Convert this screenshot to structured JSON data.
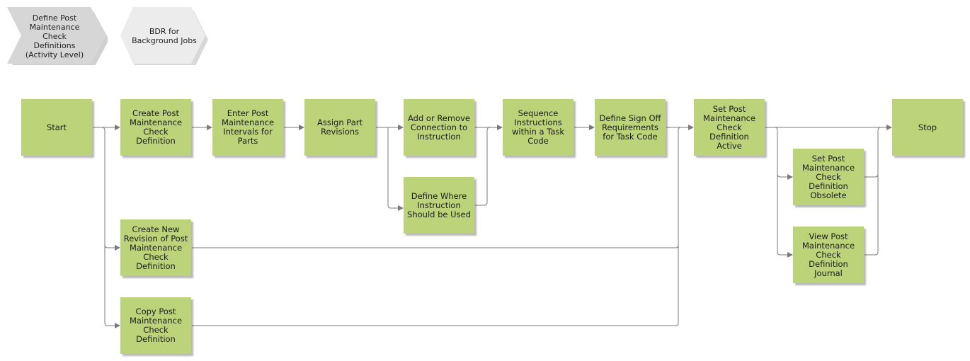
{
  "navigation": {
    "activity_definitions": "Define Post\nMaintenance\nCheck\nDefinitions\n(Activity Level)",
    "bdr_background_jobs": "BDR for\nBackground Jobs"
  },
  "steps": {
    "start": "Start",
    "create_definition": "Create Post\nMaintenance\nCheck Definition",
    "enter_intervals": "Enter Post\nMaintenance\nIntervals for\nParts",
    "assign_part_revisions": "Assign Part\nRevisions",
    "add_remove_connection": "Add or Remove\nConnection to\nInstruction",
    "define_where_used": "Define Where\nInstruction\nShould be Used",
    "sequence_instructions": "Sequence\nInstructions\nwithin a Task\nCode",
    "define_sign_off": "Define Sign Off\nRequirements\nfor Task Code",
    "set_active": "Set Post\nMaintenance\nCheck Definition\nActive",
    "stop": "Stop",
    "set_obsolete": "Set Post\nMaintenance\nCheck Definition\nObsolete",
    "view_journal": "View Post\nMaintenance\nCheck Definition\nJournal",
    "create_new_revision": "Create New\nRevision of Post\nMaintenance\nCheck Definition",
    "copy_definition": "Copy Post\nMaintenance\nCheck Definition"
  },
  "colors": {
    "process_box": "#bcd37a",
    "connector": "#7a7a7a",
    "nav_shape": "#d6d6d6"
  }
}
